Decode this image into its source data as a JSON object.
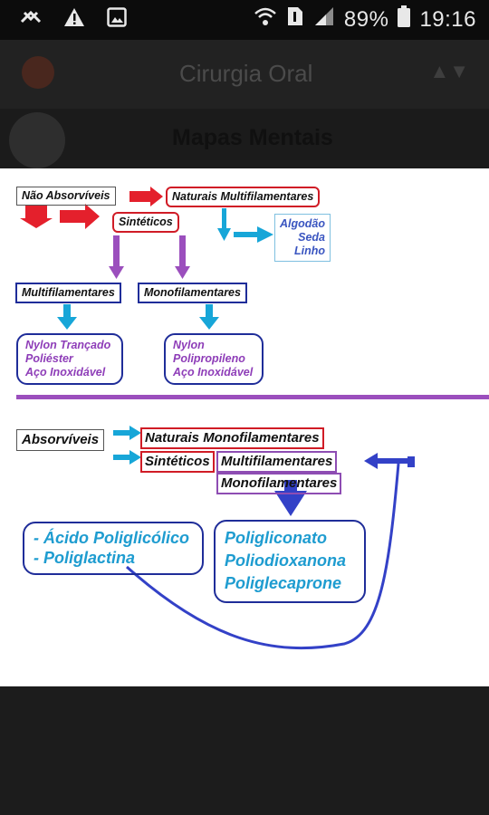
{
  "status_bar": {
    "battery": "89%",
    "time": "19:16"
  },
  "app_bar": {
    "title": "Cirurgia Oral"
  },
  "section": {
    "title": "Mapas Mentais"
  },
  "mindmap": {
    "nao_absorviveis": {
      "root": "Não Absorvíveis",
      "naturais": "Naturais Multifilamentares",
      "sinteticos": "Sintéticos",
      "naturais_items": [
        "Algodão",
        "Seda",
        "Linho"
      ],
      "multi": "Multifilamentares",
      "mono": "Monofilamentares",
      "multi_items": [
        "Nylon Trançado",
        "Poliéster",
        "Aço Inoxidável"
      ],
      "mono_items": [
        "Nylon",
        "Polipropileno",
        "Aço Inoxidável"
      ]
    },
    "absorviveis": {
      "root": "Absorvíveis",
      "naturais": "Naturais Monofilamentares",
      "sinteticos": "Sintéticos",
      "multi": "Multifilamentares",
      "mono": "Monofilamentares",
      "multi_items": [
        "- Ácido Poliglicólico",
        "- Poliglactina"
      ],
      "mono_items": [
        "Poligliconato",
        "Poliodioxanona",
        "Poliglecaprone"
      ]
    },
    "colors": {
      "red": "#d01c26",
      "navy": "#1f2d99",
      "purple": "#8e4db3",
      "light_blue": "#1e9cd0"
    }
  }
}
